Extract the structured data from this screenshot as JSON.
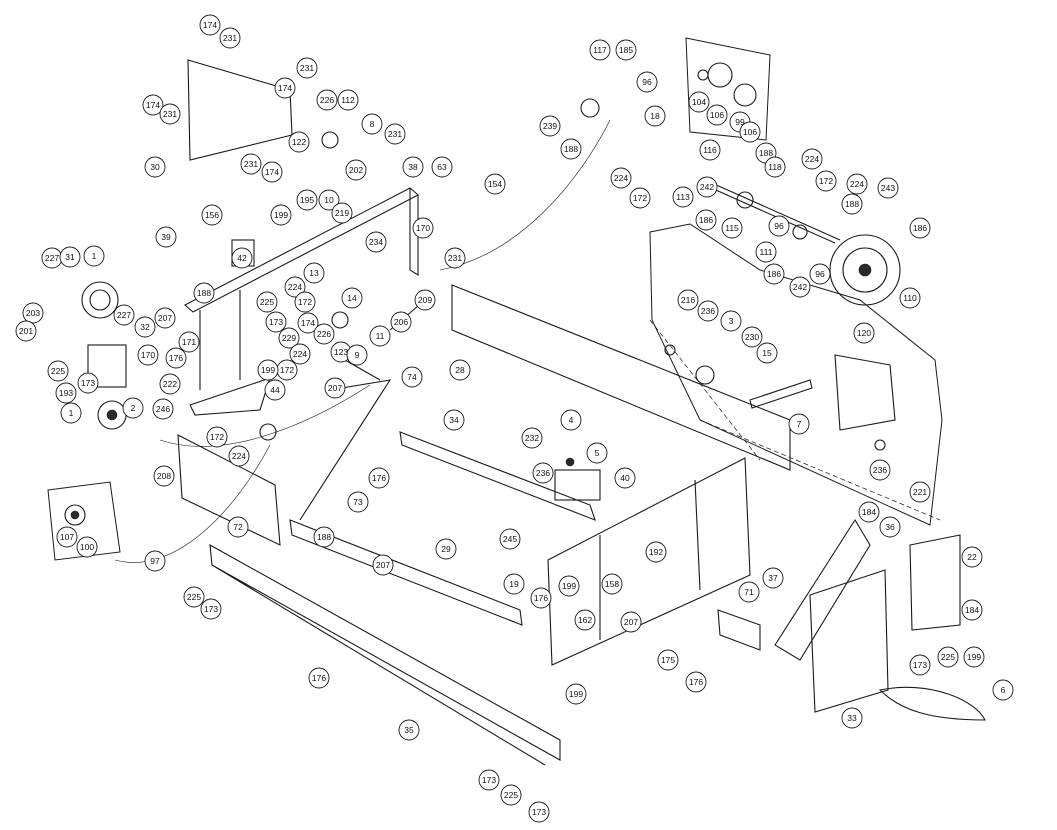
{
  "callouts": [
    "174",
    "231",
    "174",
    "231",
    "231",
    "174",
    "226",
    "112",
    "8",
    "231",
    "30",
    "122",
    "202",
    "231",
    "174",
    "38",
    "63",
    "154",
    "195",
    "10",
    "219",
    "156",
    "199",
    "39",
    "42",
    "188",
    "234",
    "170",
    "231",
    "13",
    "224",
    "172",
    "174",
    "226",
    "123",
    "14",
    "9",
    "11",
    "206",
    "209",
    "225",
    "173",
    "229",
    "224",
    "172",
    "199",
    "44",
    "227",
    "31",
    "1",
    "203",
    "201",
    "227",
    "225",
    "32",
    "171",
    "170",
    "193",
    "173",
    "222",
    "246",
    "2",
    "207",
    "176",
    "1",
    "172",
    "224",
    "208",
    "117",
    "185",
    "239",
    "96",
    "104",
    "106",
    "99",
    "106",
    "188",
    "18",
    "224",
    "172",
    "116",
    "188",
    "118",
    "224",
    "172",
    "224",
    "243",
    "242",
    "113",
    "186",
    "115",
    "96",
    "111",
    "188",
    "186",
    "186",
    "96",
    "242",
    "110",
    "120",
    "216",
    "236",
    "3",
    "230",
    "15",
    "28",
    "74",
    "207",
    "34",
    "4",
    "232",
    "5",
    "236",
    "40",
    "176",
    "73",
    "188",
    "245",
    "7",
    "236",
    "221",
    "29",
    "72",
    "207",
    "192",
    "158",
    "199",
    "162",
    "19",
    "176",
    "37",
    "71",
    "207",
    "175",
    "176",
    "199",
    "184",
    "36",
    "22",
    "184",
    "173",
    "225",
    "199",
    "6",
    "33",
    "107",
    "100",
    "97",
    "225",
    "173",
    "176",
    "35",
    "173",
    "225",
    "173"
  ]
}
